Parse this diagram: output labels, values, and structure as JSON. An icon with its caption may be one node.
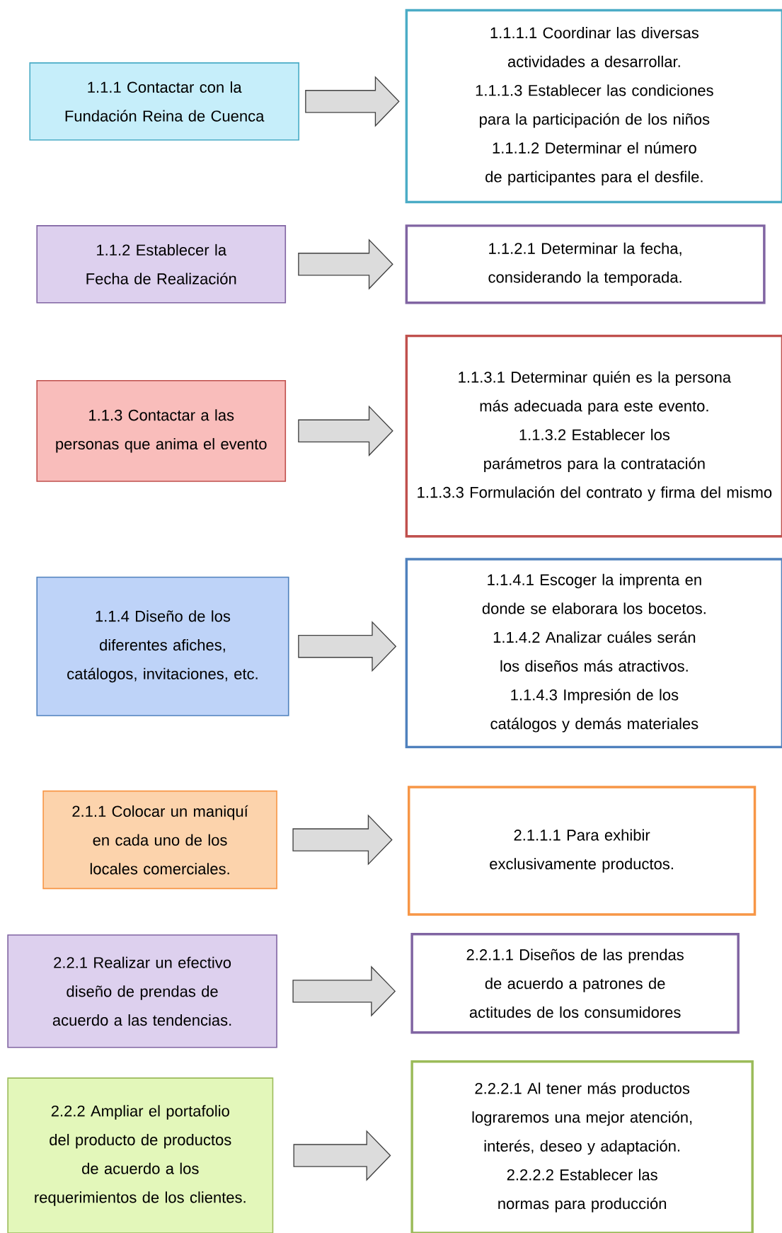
{
  "diagram": {
    "nodes": [
      {
        "text": [
          "1.1.1 Contactar con la Fundación Reina de Cuenca"
        ]
      },
      {
        "text": [
          "1.1.1.1 Coordinar las diversas actividades a desarrollar.",
          "1.1.1.3 Establecer las condiciones para la participación de los niños",
          "1.1.1.2 Determinar el número de participantes para el desfile."
        ]
      },
      {
        "text": [
          "1.1.2 Establecer la Fecha de Realización"
        ]
      },
      {
        "text": [
          "1.1.2.1 Determinar la fecha, considerando la temporada."
        ]
      },
      {
        "text": [
          "1.1.3 Contactar a las personas que anima el evento"
        ]
      },
      {
        "text": [
          "1.1.3.1 Determinar quién es la persona más adecuada para este evento.",
          "1.1.3.2 Establecer los parámetros para la contratación",
          "1.1.3.3 Formulación del contrato y firma del mismo"
        ]
      },
      {
        "text": [
          "1.1.4 Diseño de los diferentes afiches, catálogos, invitaciones, etc."
        ]
      },
      {
        "text": [
          "1.1.4.1 Escoger la imprenta en donde se elaborara los bocetos.",
          "1.1.4.2 Analizar cuáles serán los diseños más atractivos.",
          "1.1.4.3 Impresión de los catálogos y demás materiales"
        ]
      },
      {
        "text": [
          "2.1.1 Colocar un maniquí en cada uno de los locales comerciales."
        ]
      },
      {
        "text": [
          "2.1.1.1 Para exhibir exclusivamente productos."
        ]
      },
      {
        "text": [
          "2.2.1 Realizar un efectivo diseño de prendas de acuerdo a las tendencias."
        ]
      },
      {
        "text": [
          "2.2.1.1 Diseños de las prendas de acuerdo a patrones de actitudes de los consumidores"
        ]
      },
      {
        "text": [
          "2.2.2 Ampliar el portafolio del producto de productos de acuerdo a los requerimientos de los clientes."
        ]
      },
      {
        "text": [
          "2.2.2.1 Al tener más productos lograremos una mejor atención, interés, deseo y adaptación.",
          "2.2.2.2 Establecer las normas para producción"
        ]
      }
    ],
    "edges": [
      {
        "from": 0,
        "to": 1,
        "arrow": "to"
      },
      {
        "from": 2,
        "to": 3,
        "arrow": "to"
      },
      {
        "from": 4,
        "to": 5,
        "arrow": "to"
      },
      {
        "from": 6,
        "to": 7,
        "arrow": "to"
      },
      {
        "from": 8,
        "to": 9,
        "arrow": "to"
      },
      {
        "from": 10,
        "to": 11,
        "arrow": "to"
      },
      {
        "from": 12,
        "to": 13,
        "arrow": "to"
      }
    ]
  }
}
